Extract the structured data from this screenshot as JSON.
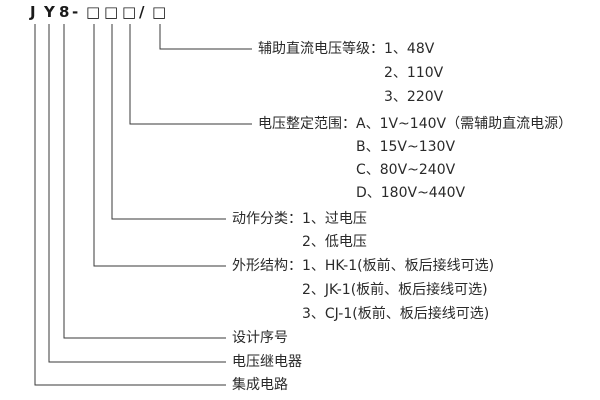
{
  "code": {
    "chars": [
      "J",
      "Y",
      "8",
      "-",
      "□",
      "□",
      "□",
      "/",
      "□"
    ]
  },
  "annotations": {
    "aux_dc_voltage": {
      "title": "辅助直流电压等级：1、48V",
      "items": [
        "2、110V",
        "3、220V"
      ]
    },
    "voltage_setting_range": {
      "title": "电压整定范围：A、1V~140V（需辅助直流电源）",
      "items": [
        "B、15V~130V",
        "C、80V~240V",
        "D、180V~440V"
      ]
    },
    "action_class": {
      "title": "动作分类：1、过电压",
      "items": [
        "2、低电压"
      ]
    },
    "shape_structure": {
      "title": "外形结构：1、HK-1(板前、板后接线可选)",
      "items": [
        "2、JK-1(板前、板后接线可选)",
        "3、CJ-1(板前、板后接线可选)"
      ]
    },
    "design_serial": {
      "title": "设计序号"
    },
    "voltage_relay": {
      "title": "电压继电器"
    },
    "integrated_circuit": {
      "title": "集成电路"
    }
  }
}
